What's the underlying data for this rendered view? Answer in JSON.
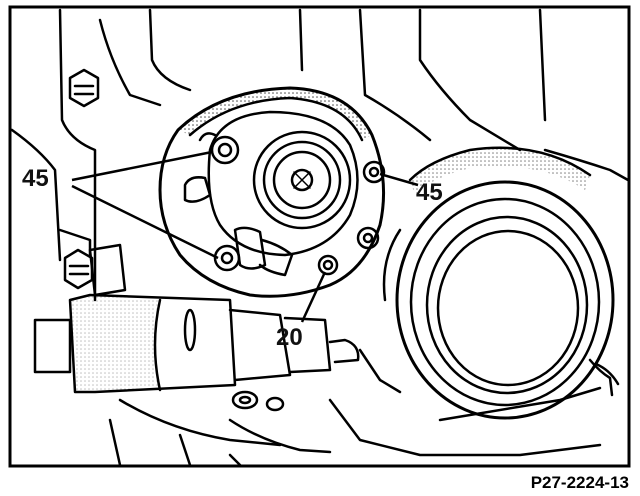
{
  "diagram": {
    "callouts": {
      "upper_left_bolts": "45",
      "right_bolt": "45",
      "lower_bolt": "20"
    },
    "figure_id": "P27-2224-13"
  },
  "colors": {
    "ink": "#000000",
    "paper": "#ffffff"
  }
}
